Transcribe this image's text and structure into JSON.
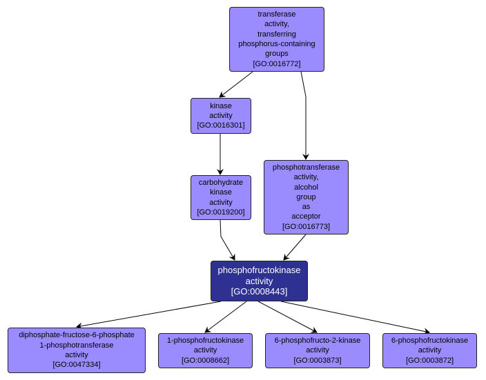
{
  "colors": {
    "node_fill": "#9a8cff",
    "focus_fill": "#2e3192",
    "focus_text": "#ffffff",
    "edge": "#000000"
  },
  "nodes": [
    {
      "id": "GO:0016772",
      "lines": [
        "transferase",
        "activity,",
        "transferring",
        "phosphorus-containing",
        "groups",
        "[GO:0016772]"
      ],
      "focus": false
    },
    {
      "id": "GO:0016301",
      "lines": [
        "kinase",
        "activity",
        "[GO:0016301]"
      ],
      "focus": false
    },
    {
      "id": "GO:0019200",
      "lines": [
        "carbohydrate",
        "kinase",
        "activity",
        "[GO:0019200]"
      ],
      "focus": false
    },
    {
      "id": "GO:0016773",
      "lines": [
        "phosphotransferase",
        "activity,",
        "alcohol",
        "group",
        "as",
        "acceptor",
        "[GO:0016773]"
      ],
      "focus": false
    },
    {
      "id": "GO:0008443",
      "lines": [
        "phosphofructokinase",
        "activity",
        "[GO:0008443]"
      ],
      "focus": true
    },
    {
      "id": "GO:0047334",
      "lines": [
        "diphosphate-fructose-6-phosphate",
        "1-phosphotransferase",
        "activity",
        "[GO:0047334]"
      ],
      "focus": false
    },
    {
      "id": "GO:0008662",
      "lines": [
        "1-phosphofructokinase",
        "activity",
        "[GO:0008662]"
      ],
      "focus": false
    },
    {
      "id": "GO:0003873",
      "lines": [
        "6-phosphofructo-2-kinase",
        "activity",
        "[GO:0003873]"
      ],
      "focus": false
    },
    {
      "id": "GO:0003872",
      "lines": [
        "6-phosphofructokinase",
        "activity",
        "[GO:0003872]"
      ],
      "focus": false
    }
  ],
  "edges": [
    {
      "from": "GO:0016772",
      "to": "GO:0016301"
    },
    {
      "from": "GO:0016772",
      "to": "GO:0016773"
    },
    {
      "from": "GO:0016301",
      "to": "GO:0019200"
    },
    {
      "from": "GO:0019200",
      "to": "GO:0008443"
    },
    {
      "from": "GO:0016773",
      "to": "GO:0008443"
    },
    {
      "from": "GO:0008443",
      "to": "GO:0047334"
    },
    {
      "from": "GO:0008443",
      "to": "GO:0008662"
    },
    {
      "from": "GO:0008443",
      "to": "GO:0003873"
    },
    {
      "from": "GO:0008443",
      "to": "GO:0003872"
    }
  ]
}
